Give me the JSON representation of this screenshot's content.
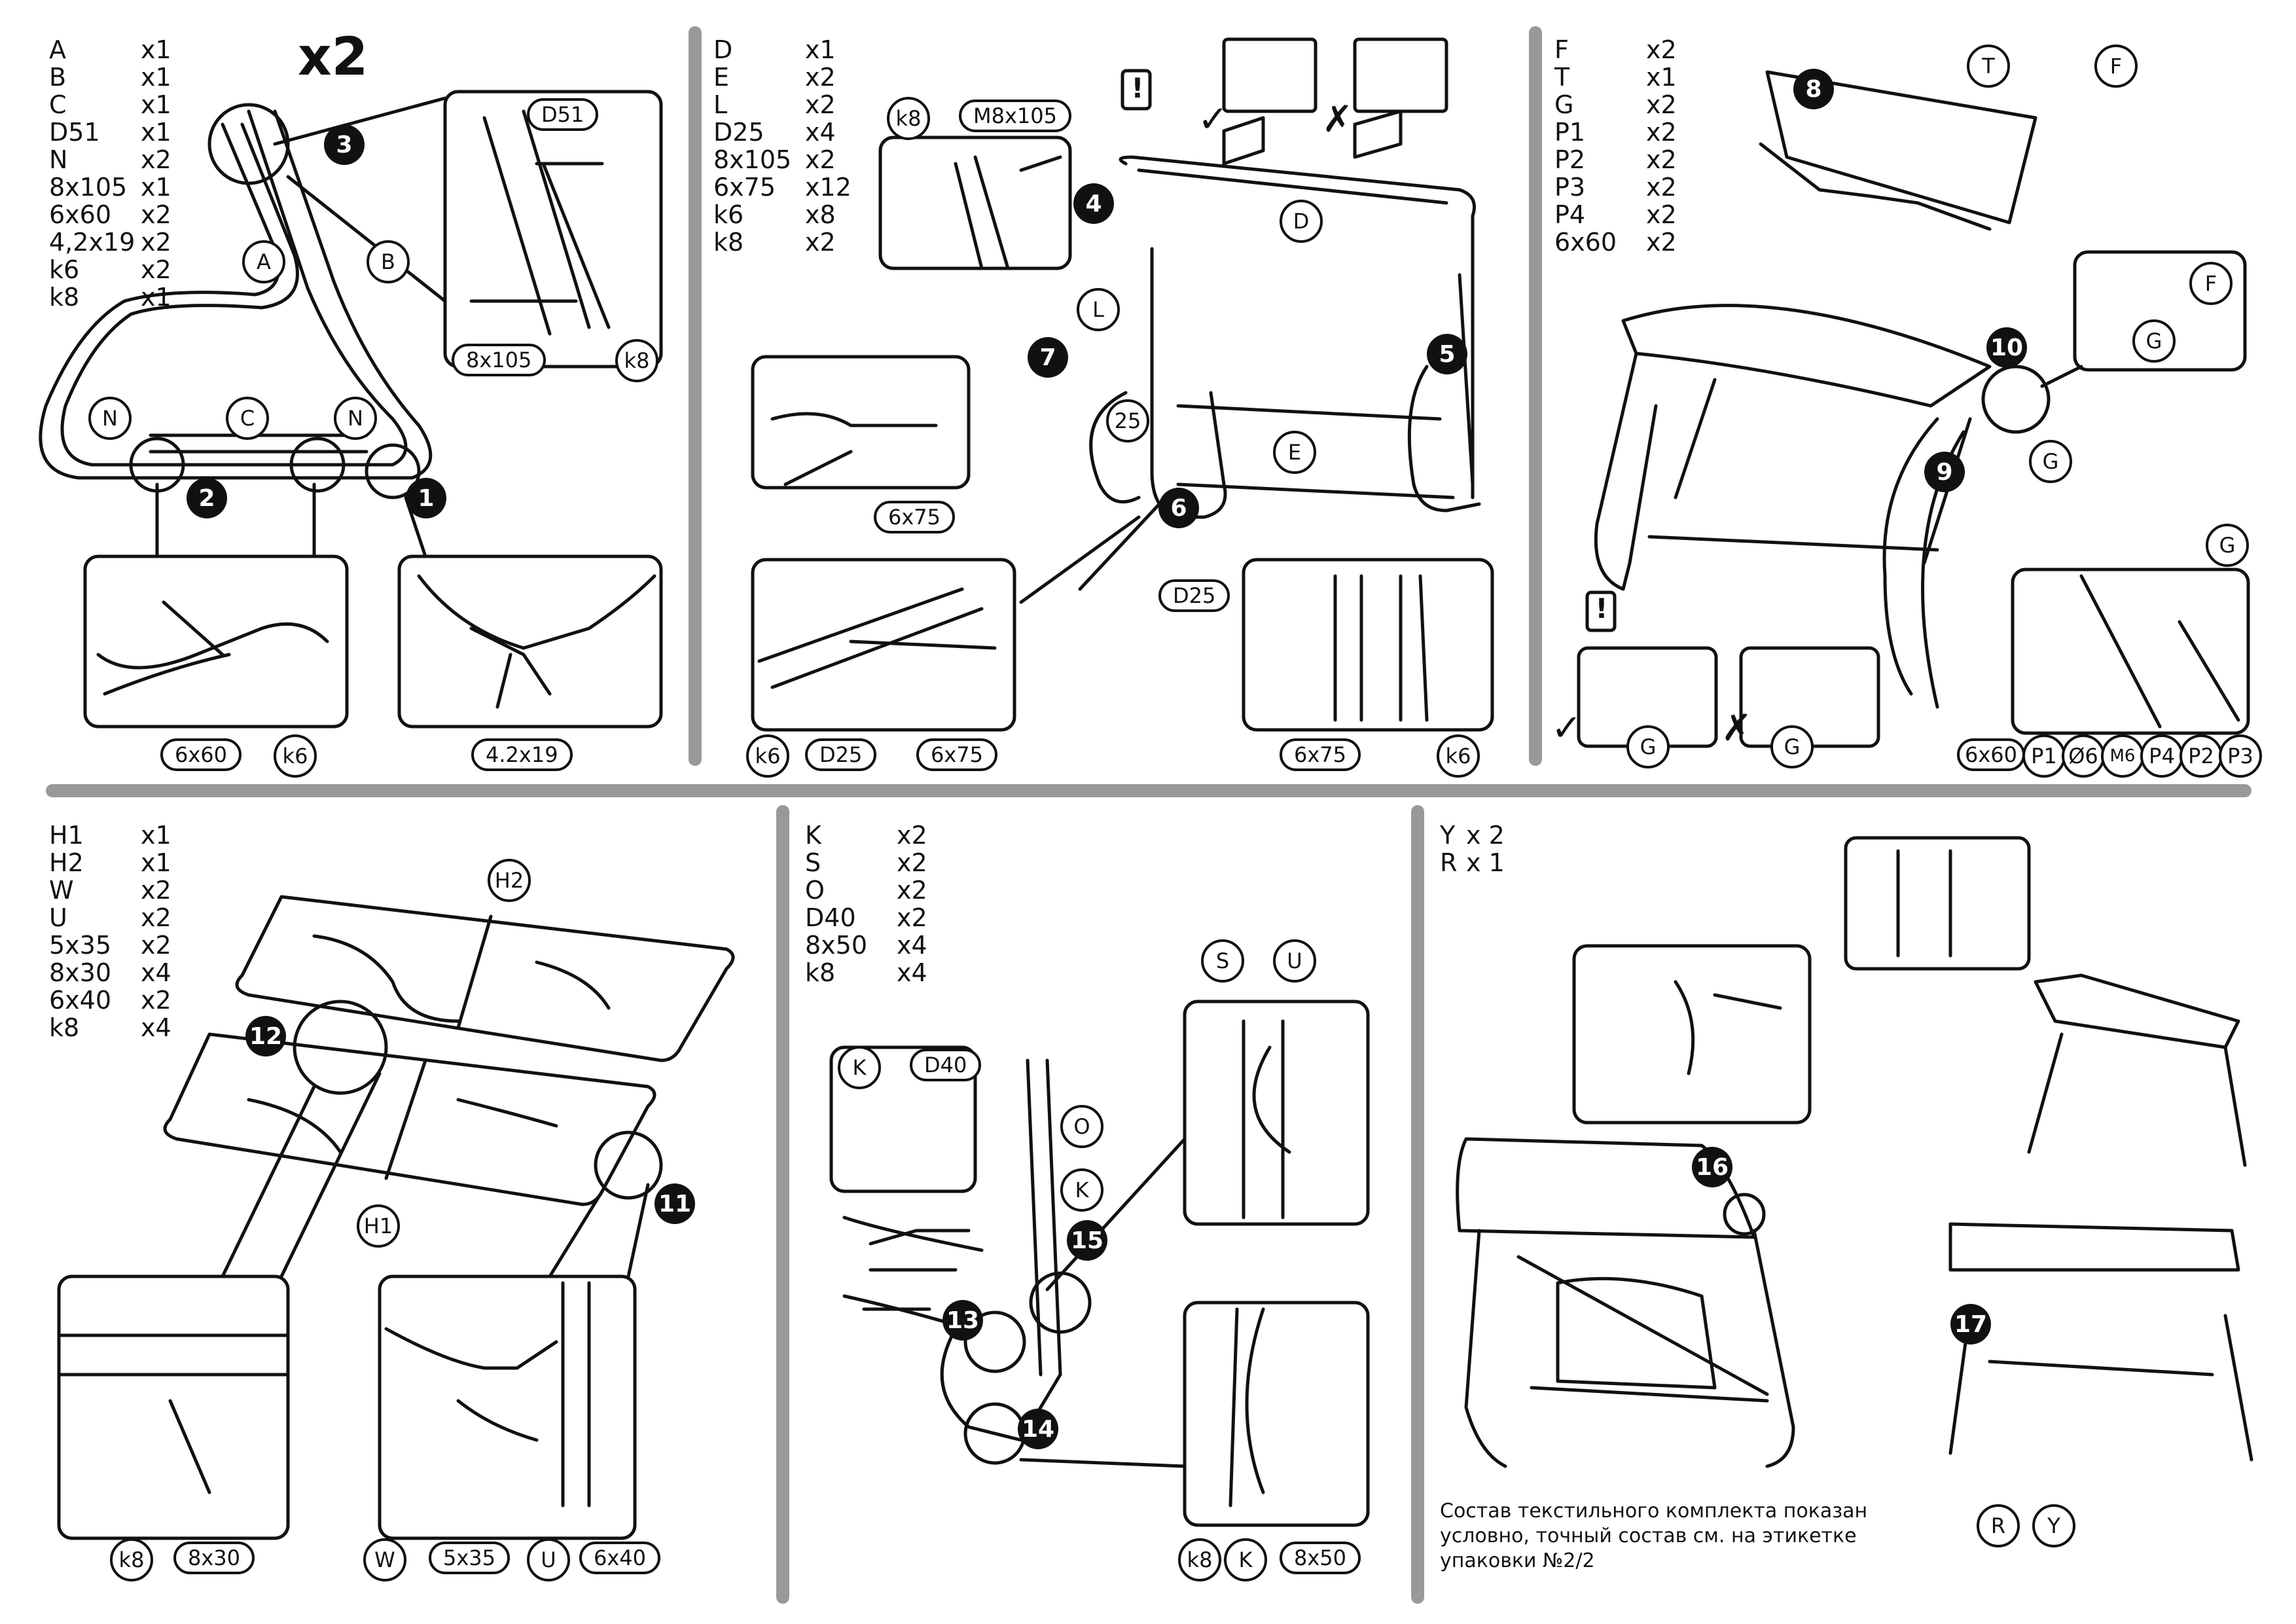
{
  "panel1": {
    "parts": [
      {
        "code": "A",
        "qty": "x1"
      },
      {
        "code": "B",
        "qty": "x1"
      },
      {
        "code": "C",
        "qty": "x1"
      },
      {
        "code": "D51",
        "qty": "x1"
      },
      {
        "code": "N",
        "qty": "x2"
      },
      {
        "code": "8x105",
        "qty": "x1"
      },
      {
        "code": "6x60",
        "qty": "x2"
      },
      {
        "code": "4,2x19",
        "qty": "x2"
      },
      {
        "code": "k6",
        "qty": "x2"
      },
      {
        "code": "k8",
        "qty": "x1"
      }
    ],
    "multiplier": "x2",
    "labels": {
      "a": "A",
      "b": "B",
      "c": "C",
      "n1": "N",
      "n2": "N",
      "d51": "D51",
      "s8x105": "8x105",
      "k8": "k8",
      "s6x60": "6x60",
      "k6": "k6",
      "s42x19": "4.2x19"
    },
    "steps": {
      "s1": "1",
      "s2": "2",
      "s3": "3"
    }
  },
  "panel2": {
    "parts": [
      {
        "code": "D",
        "qty": "x1"
      },
      {
        "code": "E",
        "qty": "x2"
      },
      {
        "code": "L",
        "qty": "x2"
      },
      {
        "code": "D25",
        "qty": "x4"
      },
      {
        "code": "8x105",
        "qty": "x2"
      },
      {
        "code": "6x75",
        "qty": "x12"
      },
      {
        "code": "k6",
        "qty": "x8"
      },
      {
        "code": "k8",
        "qty": "x2"
      }
    ],
    "labels": {
      "k8": "k8",
      "m8x105": "M8x105",
      "d": "D",
      "l": "L",
      "n25": "25",
      "e": "E",
      "s6x75a": "6x75",
      "k6a": "k6",
      "d25a": "D25",
      "s6x75b": "6x75",
      "d25b": "D25",
      "s6x75c": "6x75",
      "k6b": "k6",
      "warn": "!"
    },
    "steps": {
      "s4": "4",
      "s5": "5",
      "s6": "6",
      "s7": "7"
    }
  },
  "panel3": {
    "parts": [
      {
        "code": "F",
        "qty": "x2"
      },
      {
        "code": "T",
        "qty": "x1"
      },
      {
        "code": "G",
        "qty": "x2"
      },
      {
        "code": "P1",
        "qty": "x2"
      },
      {
        "code": "P2",
        "qty": "x2"
      },
      {
        "code": "P3",
        "qty": "x2"
      },
      {
        "code": "P4",
        "qty": "x2"
      },
      {
        "code": "6x60",
        "qty": "x2"
      }
    ],
    "labels": {
      "t": "T",
      "f1": "F",
      "f2": "F",
      "g1": "G",
      "g2": "G",
      "g3": "G",
      "g4": "G",
      "g5": "G",
      "warn": "!",
      "s6x60": "6x60",
      "p1": "P1",
      "o6": "Ø6",
      "m6": "M6",
      "p4": "P4",
      "p2": "P2",
      "p3": "P3"
    },
    "steps": {
      "s8": "8",
      "s9": "9",
      "s10": "10"
    }
  },
  "panel4": {
    "parts": [
      {
        "code": "H1",
        "qty": "x1"
      },
      {
        "code": "H2",
        "qty": "x1"
      },
      {
        "code": "W",
        "qty": "x2"
      },
      {
        "code": "U",
        "qty": "x2"
      },
      {
        "code": "5x35",
        "qty": "x2"
      },
      {
        "code": "8x30",
        "qty": "x4"
      },
      {
        "code": "6x40",
        "qty": "x2"
      },
      {
        "code": "k8",
        "qty": "x4"
      }
    ],
    "labels": {
      "h1": "H1",
      "h2": "H2",
      "k8": "k8",
      "s8x30": "8x30",
      "w": "W",
      "s5x35": "5x35",
      "u": "U",
      "s6x40": "6x40"
    },
    "steps": {
      "s11": "11",
      "s12": "12"
    }
  },
  "panel5": {
    "parts": [
      {
        "code": "K",
        "qty": "x2"
      },
      {
        "code": "S",
        "qty": "x2"
      },
      {
        "code": "O",
        "qty": "x2"
      },
      {
        "code": "D40",
        "qty": "x2"
      },
      {
        "code": "8x50",
        "qty": "x4"
      },
      {
        "code": "k8",
        "qty": "x4"
      }
    ],
    "labels": {
      "k1": "K",
      "d40": "D40",
      "o": "O",
      "k2": "K",
      "s": "S",
      "u": "U",
      "k8": "k8",
      "k3": "K",
      "s8x50": "8x50"
    },
    "steps": {
      "s13": "13",
      "s14": "14",
      "s15": "15"
    }
  },
  "panel6": {
    "parts": [
      {
        "code": "Y",
        "qty": "x 2"
      },
      {
        "code": "R",
        "qty": "x 1"
      }
    ],
    "labels": {
      "r": "R",
      "y": "Y"
    },
    "steps": {
      "s16": "16",
      "s17": "17"
    },
    "note": "Состав текстильного комплекта показан условно, точный состав см. на этикетке упаковки №2/2"
  }
}
